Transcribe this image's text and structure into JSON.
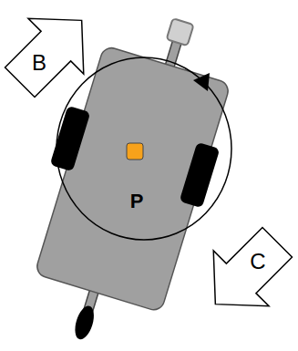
{
  "diagram": {
    "nodes": [
      {
        "text": [
          "B"
        ]
      },
      {
        "text": [
          "C"
        ]
      }
    ],
    "labels": [
      "P"
    ]
  }
}
